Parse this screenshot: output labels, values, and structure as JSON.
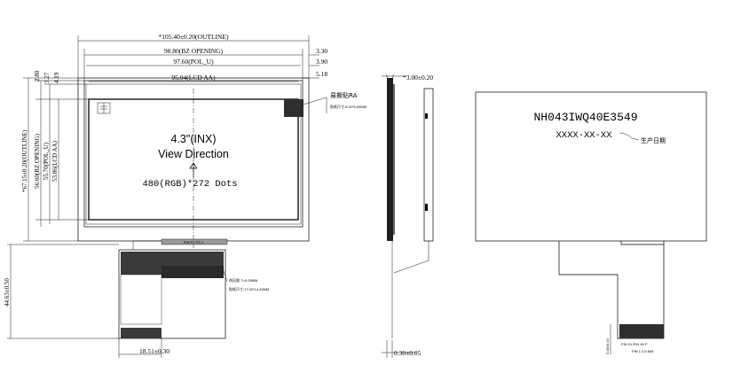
{
  "front_view": {
    "dim_outline_width": "*105.40±0.20(OUTLINE)",
    "dim_bz_width": "98.80(BZ OPENING)",
    "dim_pol_width": "97.60(POL_U)",
    "dim_aa_width": "95.04(LCD AA)",
    "dim_r1": "3.30",
    "dim_r2": "3.90",
    "dim_r3": "5.18",
    "dim_t1": "2.80",
    "dim_t2": "3.27",
    "dim_t3": "4.19",
    "dim_outline_height": "*67.15±0.20(OUTLINE)",
    "dim_bz_height": "56.60(BZ OPENING)",
    "dim_pol_height": "55.70(POL_U)",
    "dim_aa_height": "53.86(LCD AA)",
    "size_label": "4.3\"(INX)",
    "view_direction": "View Direction",
    "resolution": "480(RGB)*272 Dots",
    "tape_note_1": "易撕贴RA",
    "tape_note_2": "贴纸尺寸:5.00*5.00MM",
    "fpc_note_1": "热压胶 T=0.05MM",
    "fpc_note_2": "贴纸尺寸:17.00*14.40MM",
    "fpc_length": "44.63±0.50",
    "fpc_width": "18.51±0.30",
    "fpc_label": "P/N P1 PS 1"
  },
  "side_view": {
    "dim_thickness": "*3.00±0.20",
    "dim_fpc_thickness": "0.30±0.05"
  },
  "back_view": {
    "model": "NH043IWQ40E3549",
    "date_code": "XXXX-XX-XX",
    "date_note": "生产日期",
    "fpc_note": "PIN 01-PIN 40 P",
    "fpc_note_2": "PIN 1 0.5 MM"
  }
}
